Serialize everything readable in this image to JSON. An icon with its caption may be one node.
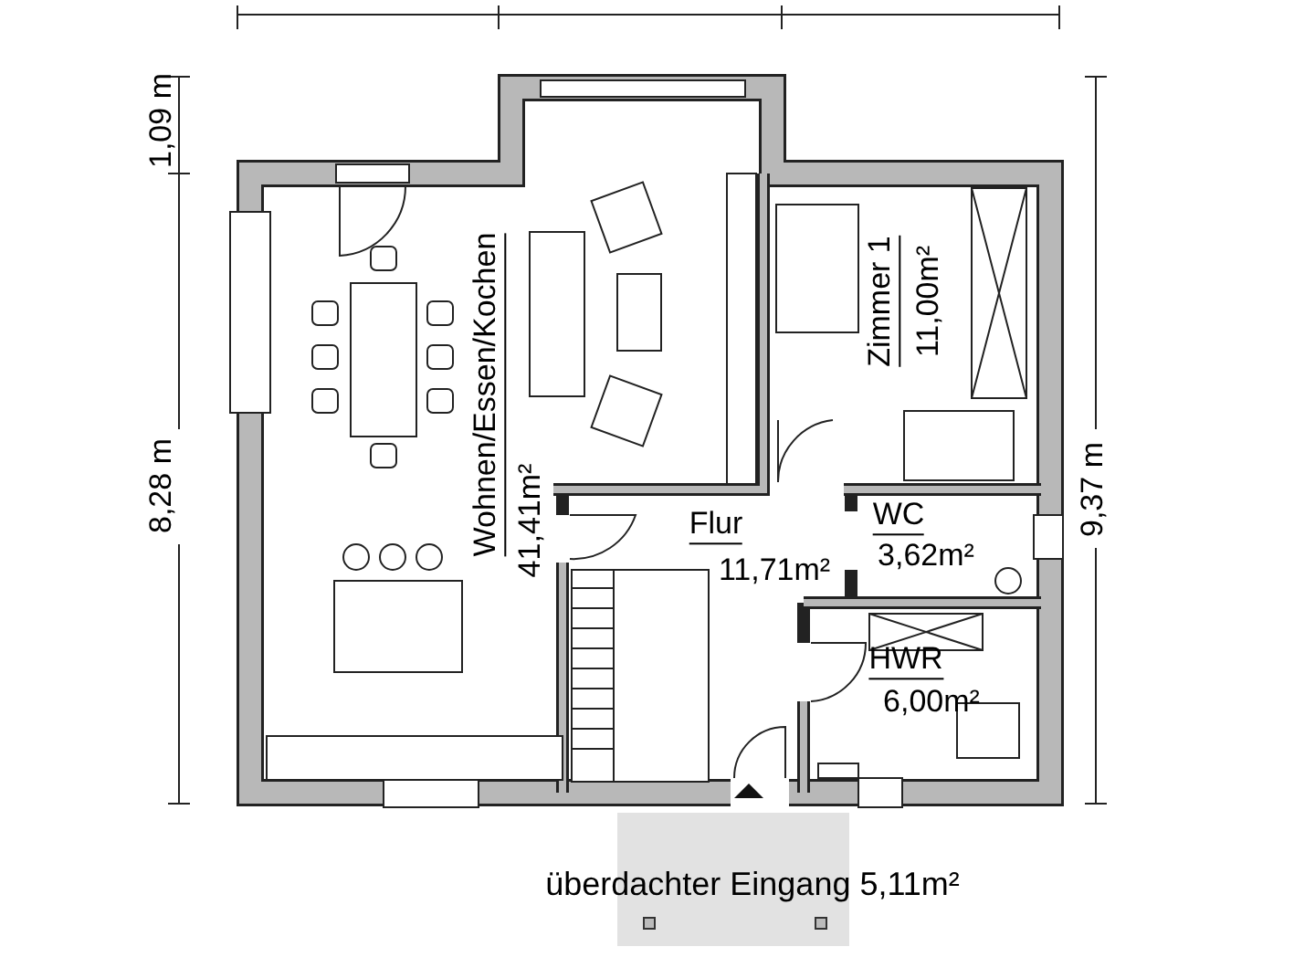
{
  "diagram": {
    "nodes": [
      {
        "text": [
          "überdachter Eingang 5,11m²"
        ]
      }
    ],
    "labels": [
      "1,09 m",
      "8,28 m",
      "9,37 m",
      "Wohnen/Essen/Kochen",
      "41,41m²",
      "Zimmer 1",
      "11,00m²",
      "Flur",
      "11,71m²",
      "WC",
      "3,62m²",
      "HWR",
      "6,00m²"
    ]
  }
}
